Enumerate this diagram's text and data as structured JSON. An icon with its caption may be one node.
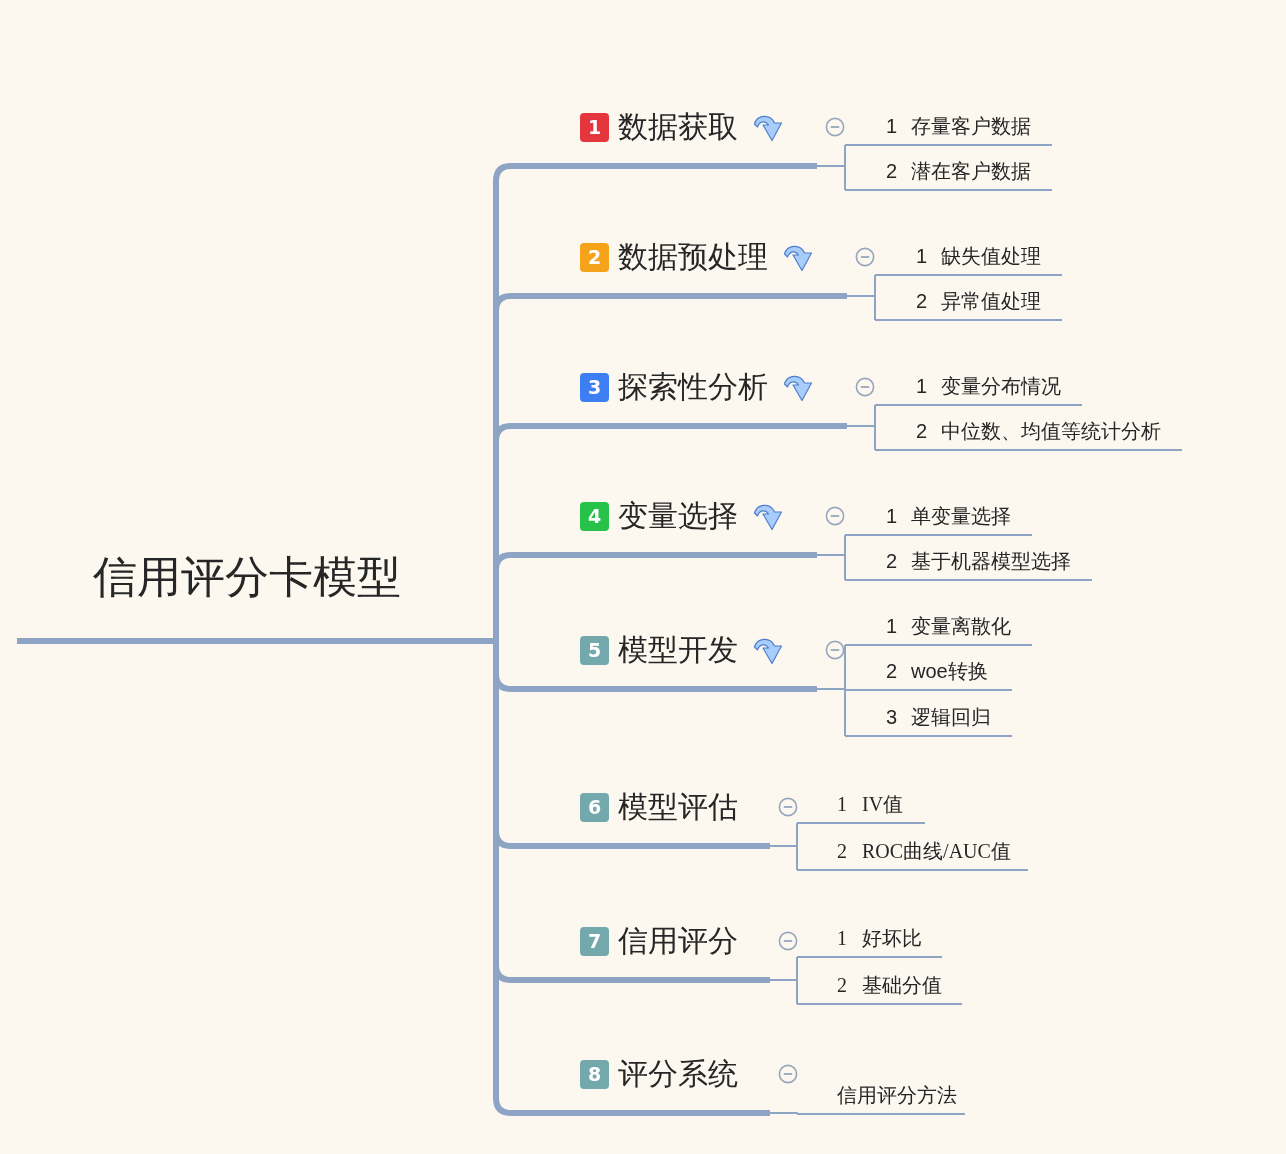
{
  "diagram": {
    "nodes": [
      {
        "text": [
          "信用评分卡模型"
        ]
      },
      {
        "text": [
          "1",
          "数据获取"
        ]
      },
      {
        "text": [
          "1",
          "存量客户数据"
        ]
      },
      {
        "text": [
          "2",
          "潜在客户数据"
        ]
      },
      {
        "text": [
          "2",
          "数据预处理"
        ]
      },
      {
        "text": [
          "1",
          "缺失值处理"
        ]
      },
      {
        "text": [
          "2",
          "异常值处理"
        ]
      },
      {
        "text": [
          "3",
          "探索性分析"
        ]
      },
      {
        "text": [
          "1",
          "变量分布情况"
        ]
      },
      {
        "text": [
          "2",
          "中位数、均值等统计分析"
        ]
      },
      {
        "text": [
          "4",
          "变量选择"
        ]
      },
      {
        "text": [
          "1",
          "单变量选择"
        ]
      },
      {
        "text": [
          "2",
          "基于机器模型选择"
        ]
      },
      {
        "text": [
          "5",
          "模型开发"
        ]
      },
      {
        "text": [
          "1",
          "变量离散化"
        ]
      },
      {
        "text": [
          "2",
          "woe转换"
        ]
      },
      {
        "text": [
          "3",
          "逻辑回归"
        ]
      },
      {
        "text": [
          "6",
          "模型评估"
        ]
      },
      {
        "text": [
          "1",
          "IV值"
        ]
      },
      {
        "text": [
          "2",
          "ROC曲线/AUC值"
        ]
      },
      {
        "text": [
          "7",
          "信用评分"
        ]
      },
      {
        "text": [
          "1",
          "好坏比"
        ]
      },
      {
        "text": [
          "2",
          "基础分值"
        ]
      },
      {
        "text": [
          "8",
          "评分系统"
        ]
      },
      {
        "text": [
          "信用评分方法"
        ]
      }
    ],
    "edges": [
      {
        "from": 0,
        "to": 1,
        "arrow": "none",
        "style": "thick"
      },
      {
        "from": 1,
        "to": 2,
        "arrow": "none"
      },
      {
        "from": 1,
        "to": 3,
        "arrow": "none"
      },
      {
        "from": 0,
        "to": 4,
        "arrow": "none",
        "style": "thick"
      },
      {
        "from": 4,
        "to": 5,
        "arrow": "none"
      },
      {
        "from": 4,
        "to": 6,
        "arrow": "none"
      },
      {
        "from": 0,
        "to": 7,
        "arrow": "none",
        "style": "thick"
      },
      {
        "from": 7,
        "to": 8,
        "arrow": "none"
      },
      {
        "from": 7,
        "to": 9,
        "arrow": "none"
      },
      {
        "from": 0,
        "to": 10,
        "arrow": "none",
        "style": "thick"
      },
      {
        "from": 10,
        "to": 11,
        "arrow": "none"
      },
      {
        "from": 10,
        "to": 12,
        "arrow": "none"
      },
      {
        "from": 0,
        "to": 13,
        "arrow": "none",
        "style": "thick"
      },
      {
        "from": 13,
        "to": 14,
        "arrow": "none"
      },
      {
        "from": 13,
        "to": 15,
        "arrow": "none"
      },
      {
        "from": 13,
        "to": 16,
        "arrow": "none"
      },
      {
        "from": 0,
        "to": 17,
        "arrow": "none",
        "style": "thick"
      },
      {
        "from": 17,
        "to": 18,
        "arrow": "none"
      },
      {
        "from": 17,
        "to": 19,
        "arrow": "none"
      },
      {
        "from": 0,
        "to": 20,
        "arrow": "none",
        "style": "thick"
      },
      {
        "from": 20,
        "to": 21,
        "arrow": "none"
      },
      {
        "from": 20,
        "to": 22,
        "arrow": "none"
      },
      {
        "from": 0,
        "to": 23,
        "arrow": "none",
        "style": "thick"
      },
      {
        "from": 23,
        "to": 24,
        "arrow": "none"
      }
    ]
  }
}
